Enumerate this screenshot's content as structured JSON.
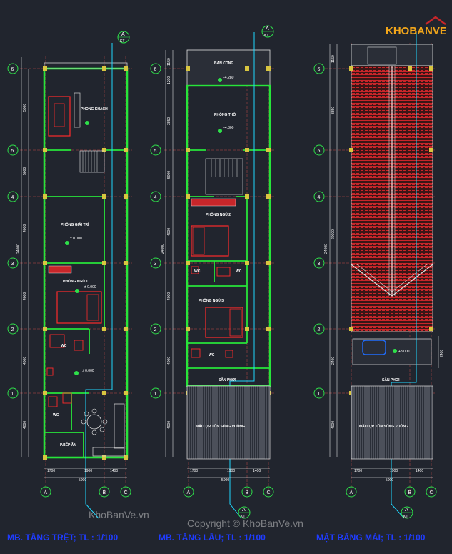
{
  "logo": {
    "text": "KHOBANVE",
    "highlight": "BAN"
  },
  "watermarks": [
    "KhoBanVe.vn",
    "Copyright © KhoBanVe.vn"
  ],
  "plans": [
    {
      "caption": "MB. TẦNG TRỆT; TL : 1/100"
    },
    {
      "caption": "MB. TẦNG LẦU; TL : 1/100"
    },
    {
      "caption": "MẶT BẰNG MÁI; TL : 1/100"
    }
  ],
  "section_mark": {
    "letter": "A",
    "sub": "KT"
  },
  "grid_rows": [
    "6",
    "5",
    "4",
    "3",
    "2",
    "1"
  ],
  "grid_cols": [
    "A",
    "B",
    "C"
  ],
  "dims": {
    "bottom": [
      "1700",
      "1900",
      "1400"
    ],
    "total_width": "5000",
    "ground_side": [
      "5000",
      "5000",
      "4000",
      "4000",
      "4000",
      "4000"
    ],
    "ground_total": "24000",
    "upper_side": [
      "1150",
      "1200",
      "3850",
      "5000",
      "4000",
      "4000",
      "4000",
      "4000"
    ],
    "upper_total": "24000",
    "roof_side": [
      "1150",
      "3850",
      "20000",
      "2400",
      "4000"
    ],
    "roof_right": "2400",
    "roof_total": "24000"
  },
  "ground_rooms": {
    "living": "PHÒNG KHÁCH",
    "worship": "PHÒNG GIẢI TRÍ",
    "bed1": "PHÒNG NGỦ 1",
    "wc1": "WC",
    "wc2": "WC",
    "kitchen": "P.BẾP ĂN",
    "lv_pm0": "± 0.000",
    "lv_pm1": "± 0.000",
    "lv_pm2": "± 0.000"
  },
  "upper_rooms": {
    "balcony": "BAN CÔNG",
    "lv_balcony": "+4.280",
    "worship": "PHÒNG THỜ",
    "lv_worship": "+4.300",
    "bed2": "PHÒNG NGỦ 2",
    "wc_a": "WC",
    "wc_b": "WC",
    "bed3": "PHÒNG NGỦ 3",
    "wc_c": "WC",
    "terrace": "SÂN PHƠI",
    "roofcover": "MÁI LỢP TÔN SÓNG VUÔNG"
  },
  "roof_rooms": {
    "lv_tank": "+8.000",
    "terrace": "SÂN PHƠI",
    "roofcover": "MÁI LỢP TÔN SÓNG VUÔNG"
  }
}
